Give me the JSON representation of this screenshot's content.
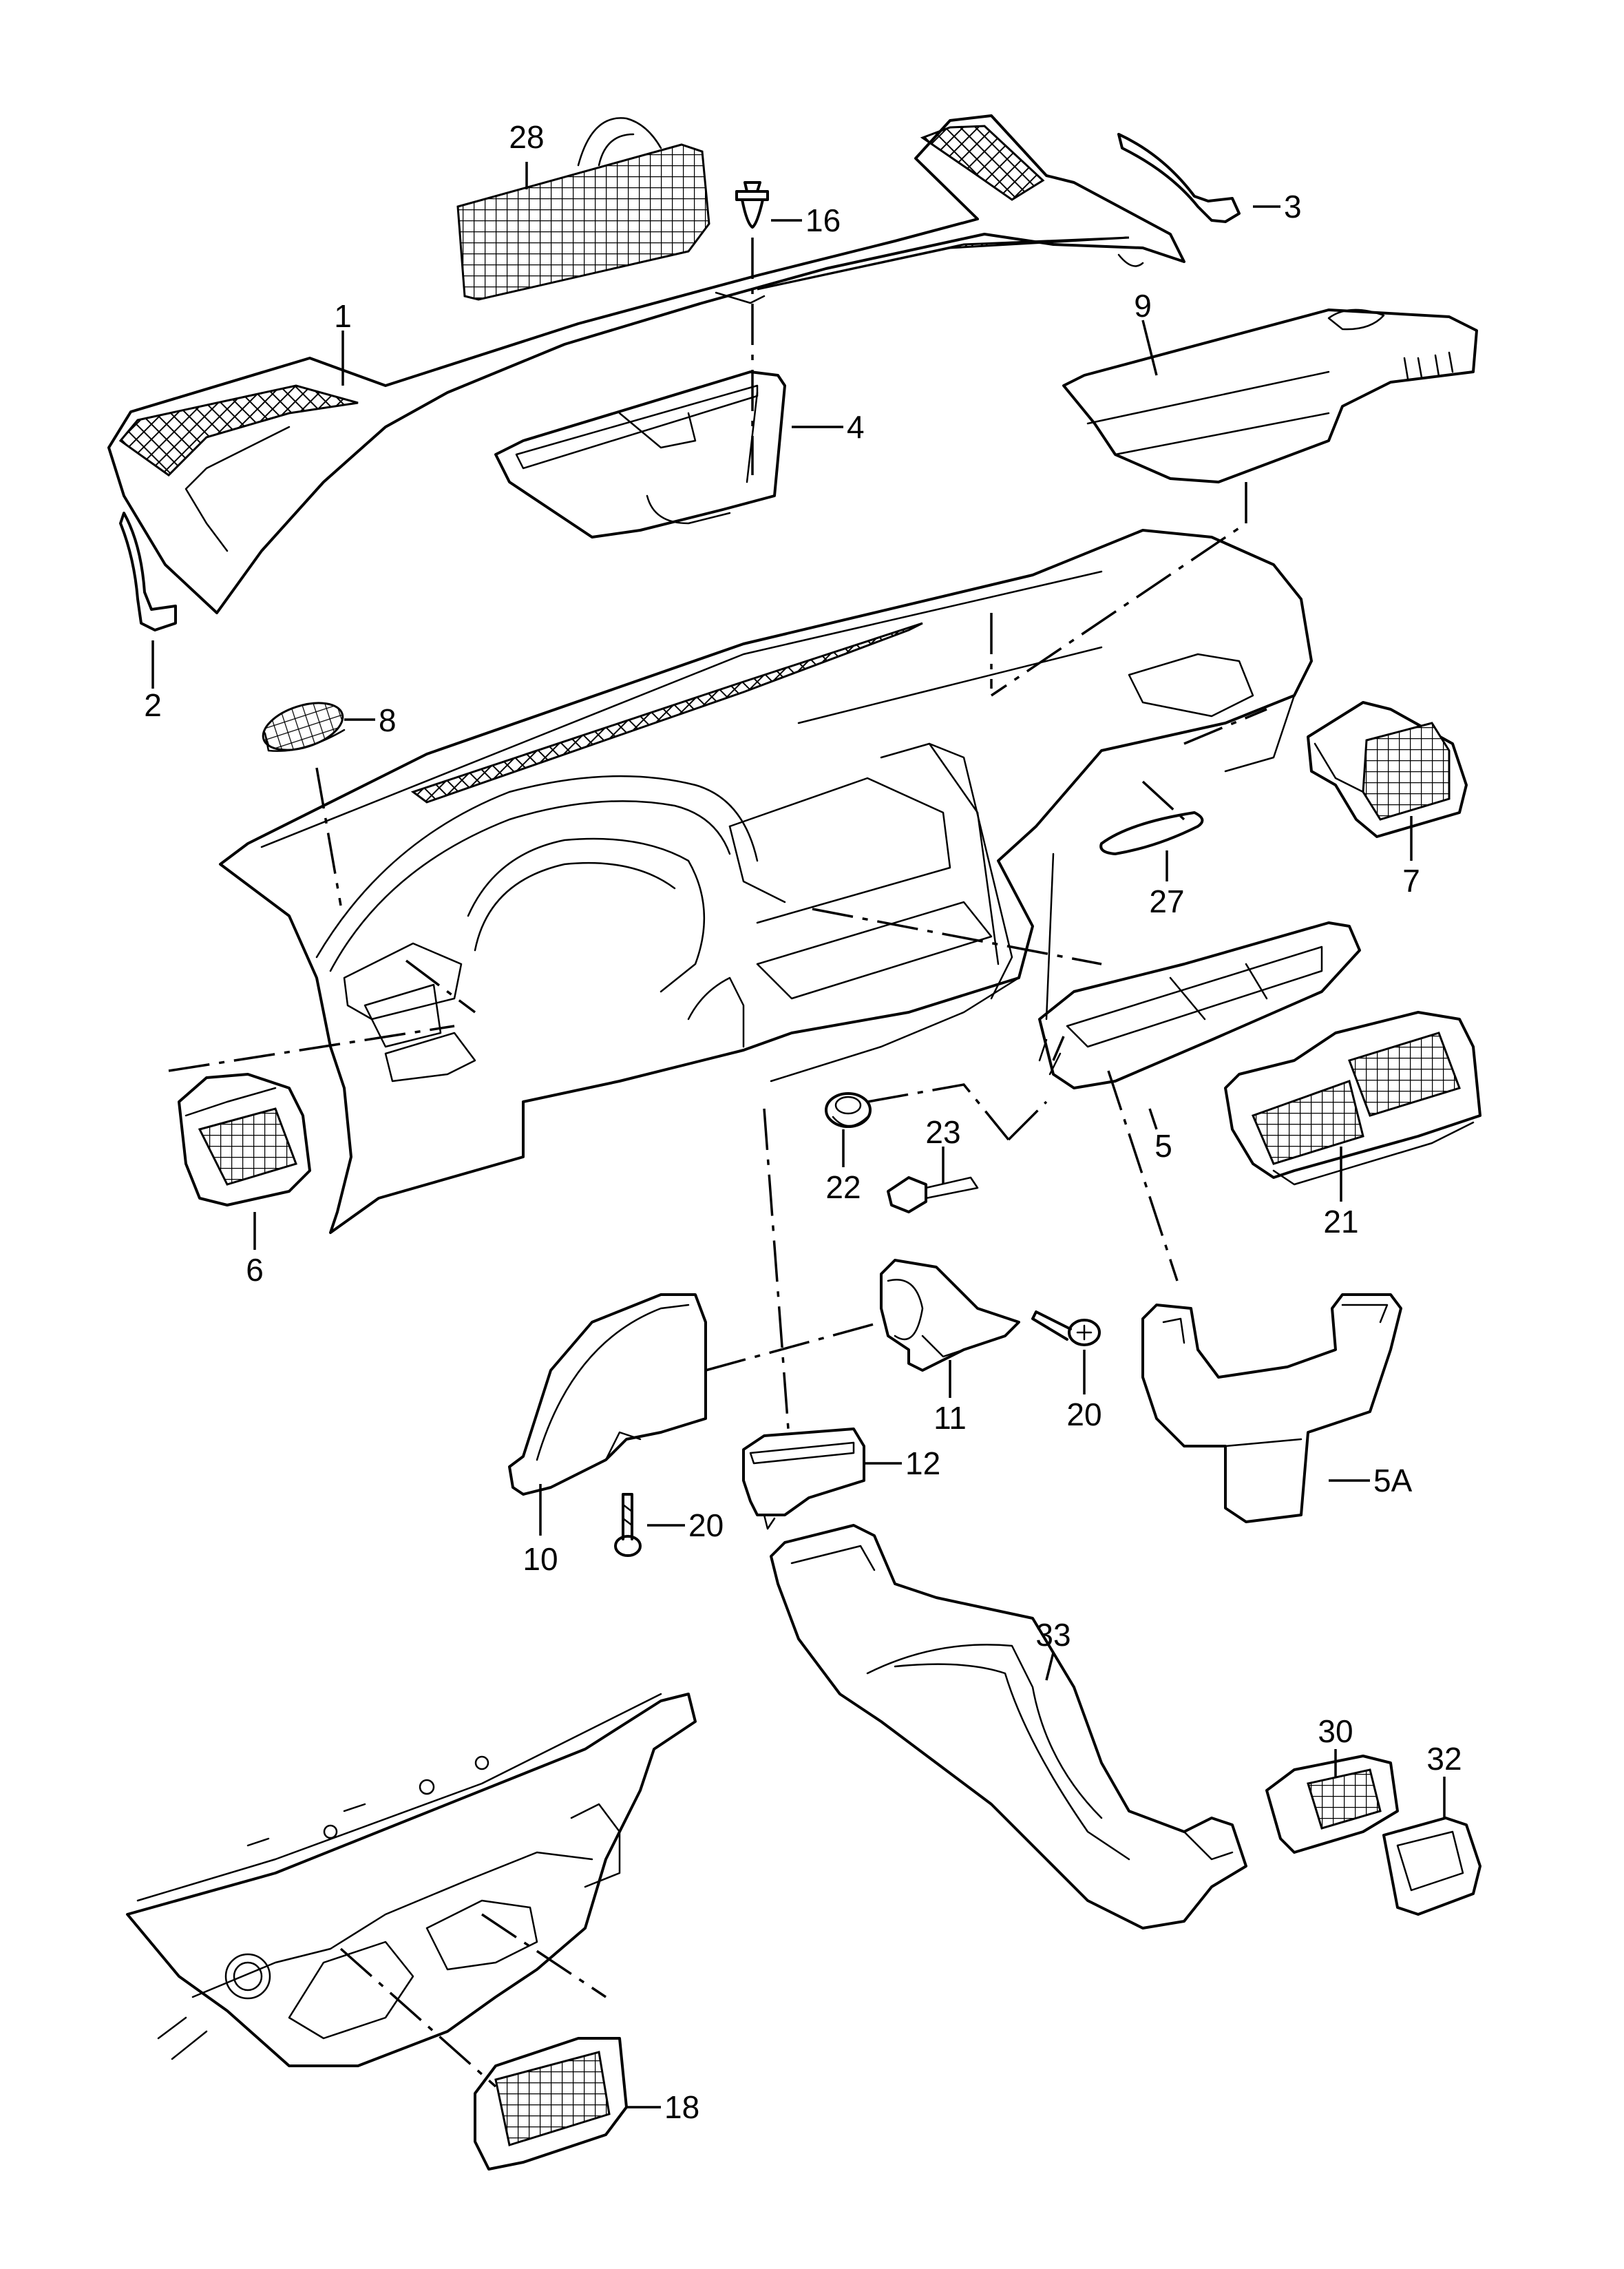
{
  "diagram": {
    "callouts": [
      {
        "id": "1",
        "label": "1"
      },
      {
        "id": "2",
        "label": "2"
      },
      {
        "id": "3",
        "label": "3"
      },
      {
        "id": "4",
        "label": "4"
      },
      {
        "id": "5",
        "label": "5"
      },
      {
        "id": "5A",
        "label": "5A"
      },
      {
        "id": "6",
        "label": "6"
      },
      {
        "id": "7",
        "label": "7"
      },
      {
        "id": "8",
        "label": "8"
      },
      {
        "id": "9",
        "label": "9"
      },
      {
        "id": "10",
        "label": "10"
      },
      {
        "id": "11",
        "label": "11"
      },
      {
        "id": "12",
        "label": "12"
      },
      {
        "id": "16",
        "label": "16"
      },
      {
        "id": "18",
        "label": "18"
      },
      {
        "id": "20a",
        "label": "20"
      },
      {
        "id": "20b",
        "label": "20"
      },
      {
        "id": "21",
        "label": "21"
      },
      {
        "id": "22",
        "label": "22"
      },
      {
        "id": "23",
        "label": "23"
      },
      {
        "id": "27",
        "label": "27"
      },
      {
        "id": "28",
        "label": "28"
      },
      {
        "id": "30",
        "label": "30"
      },
      {
        "id": "32",
        "label": "32"
      },
      {
        "id": "33",
        "label": "33"
      }
    ]
  }
}
